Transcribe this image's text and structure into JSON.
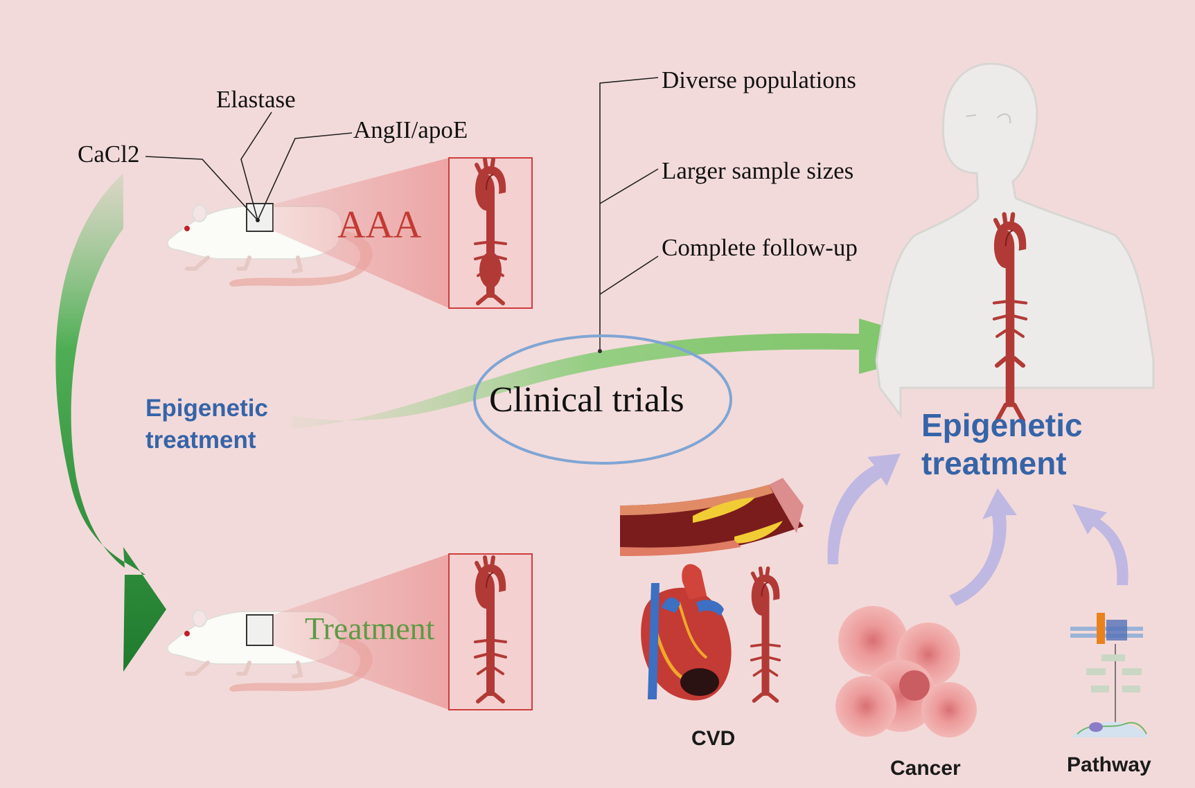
{
  "models": {
    "cacl2": "CaCl2",
    "elastase": "Elastase",
    "angii": "AngII/apoE",
    "aaa": "AAA",
    "treatment": "Treatment"
  },
  "trials": {
    "diverse": "Diverse populations",
    "larger": "Larger sample sizes",
    "followup": "Complete follow-up",
    "clinical": "Clinical trials"
  },
  "left_epigenetic": {
    "line1": "Epigenetic",
    "line2": "treatment"
  },
  "right_epigenetic": {
    "line1": "Epigenetic",
    "line2": "treatment"
  },
  "sources": {
    "cvd": "CVD",
    "cancer": "Cancer",
    "pathway": "Pathway"
  },
  "colors": {
    "background": "#f3dada",
    "aaa_red": "#c23a33",
    "treatment_green": "#5c9a44",
    "epigenetic_blue": "#3564a8",
    "arrow_green": "#2e8b3a",
    "aorta_red": "#b23a36",
    "purple_arrow": "#b9b4e2"
  }
}
